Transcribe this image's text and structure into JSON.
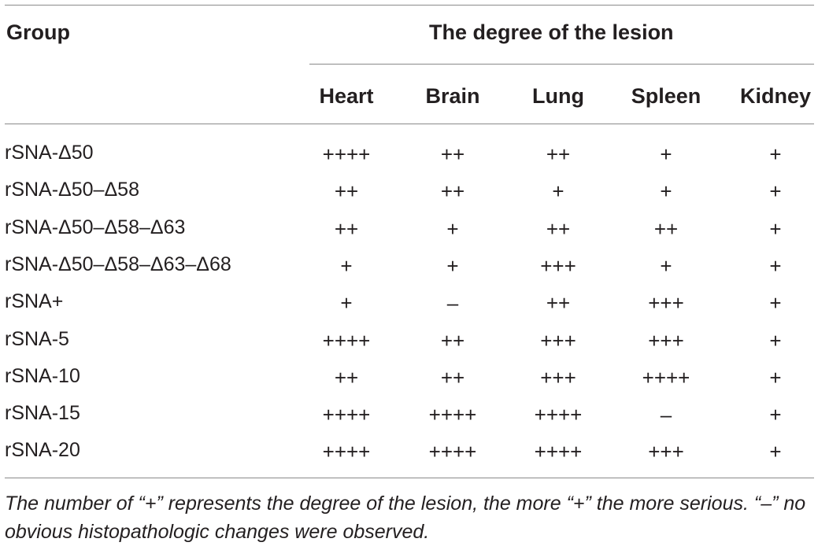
{
  "table": {
    "group_header": "Group",
    "span_header": "The degree of the lesion",
    "columns": [
      "Heart",
      "Brain",
      "Lung",
      "Spleen",
      "Kidney"
    ],
    "rows": [
      {
        "group": "rSNA-Δ50",
        "values": [
          "++++",
          "++",
          "++",
          "+",
          "+"
        ]
      },
      {
        "group": "rSNA-Δ50–Δ58",
        "values": [
          "++",
          "++",
          "+",
          "+",
          "+"
        ]
      },
      {
        "group": "rSNA-Δ50–Δ58–Δ63",
        "values": [
          "++",
          "+",
          "++",
          "++",
          "+"
        ]
      },
      {
        "group": "rSNA-Δ50–Δ58–Δ63–Δ68",
        "values": [
          "+",
          "+",
          "+++",
          "+",
          "+"
        ]
      },
      {
        "group": "rSNA+",
        "values": [
          "+",
          "–",
          "++",
          "+++",
          "+"
        ]
      },
      {
        "group": "rSNA-5",
        "values": [
          "++++",
          "++",
          "+++",
          "+++",
          "+"
        ]
      },
      {
        "group": "rSNA-10",
        "values": [
          "++",
          "++",
          "+++",
          "++++",
          "+"
        ]
      },
      {
        "group": "rSNA-15",
        "values": [
          "++++",
          "++++",
          "++++",
          "–",
          "+"
        ]
      },
      {
        "group": "rSNA-20",
        "values": [
          "++++",
          "++++",
          "++++",
          "+++",
          "+"
        ]
      }
    ]
  },
  "footnote": "The number of “+” represents the degree of the lesion, the more “+” the more serious. “–” no obvious histopathologic changes were observed."
}
